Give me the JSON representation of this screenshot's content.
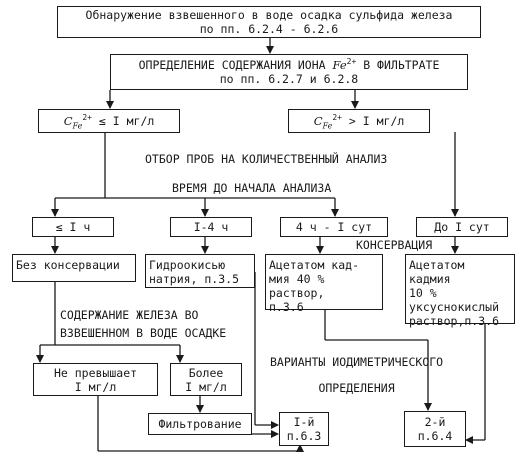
{
  "boxes": {
    "detect": [
      "Обнаружение взвешенного в воде осадка сульфида железа",
      "по пп. 6.2.4 - 6.2.6"
    ],
    "determine_line1_a": "ОПРЕДЕЛЕНИЕ СОДЕРЖАНИЯ ИОНА ",
    "determine_ion": "Fe",
    "determine_ion_charge": "2+",
    "determine_line1_b": " В ФИЛЬТРАТЕ",
    "determine_line2": "по пп. 6.2.7 и 6.2.8",
    "cond_low_c": "C",
    "cond_low_sub": "Fe",
    "cond_low_sup": "2+",
    "cond_low_rest": " ≤ I мг/л",
    "cond_high_c": "C",
    "cond_high_sub": "Fe",
    "cond_high_sup": "2+",
    "cond_high_rest": " > I мг/л",
    "time_1h": "≤ I ч",
    "time_1_4h": "I-4 ч",
    "time_4h_1day": "4 ч - I сут",
    "time_upto_1day": "До I сут",
    "no_preserve": "Без консервации",
    "hydroxide": [
      "Гидроокисью",
      "натрия, п.3.5"
    ],
    "cadmium40": [
      "Ацетатом кад-",
      "мия 40 %",
      "раствор,",
      "п.3.6"
    ],
    "cadmium10": [
      "Ацетатом",
      "кадмия",
      "10 %",
      "уксуснокислый",
      "раствор,п.3.6"
    ],
    "not_exceed": [
      "Не превышает",
      "I мг/л"
    ],
    "more": [
      "Более",
      "I мг/л"
    ],
    "filtration": "Фильтрование",
    "variant1": [
      "I-й",
      "п.6.3"
    ],
    "variant2": [
      "2-й",
      "п.6.4"
    ]
  },
  "labels": {
    "sampling": "ОТБОР ПРОБ НА КОЛИЧЕСТВЕННЫЙ АНАЛИЗ",
    "time_to_analysis": "ВРЕМЯ ДО НАЧАЛА АНАЛИЗА",
    "preservation": "КОНСЕРВАЦИЯ",
    "iron_content": [
      "СОДЕРЖАНИЕ ЖЕЛЕЗА ВО",
      "ВЗВЕШЕННОМ В ВОДЕ ОСАДКЕ"
    ],
    "variants": [
      "ВАРИАНТЫ ИОДИМЕТРИЧЕСКОГО",
      "ОПРЕДЕЛЕНИЯ"
    ]
  }
}
